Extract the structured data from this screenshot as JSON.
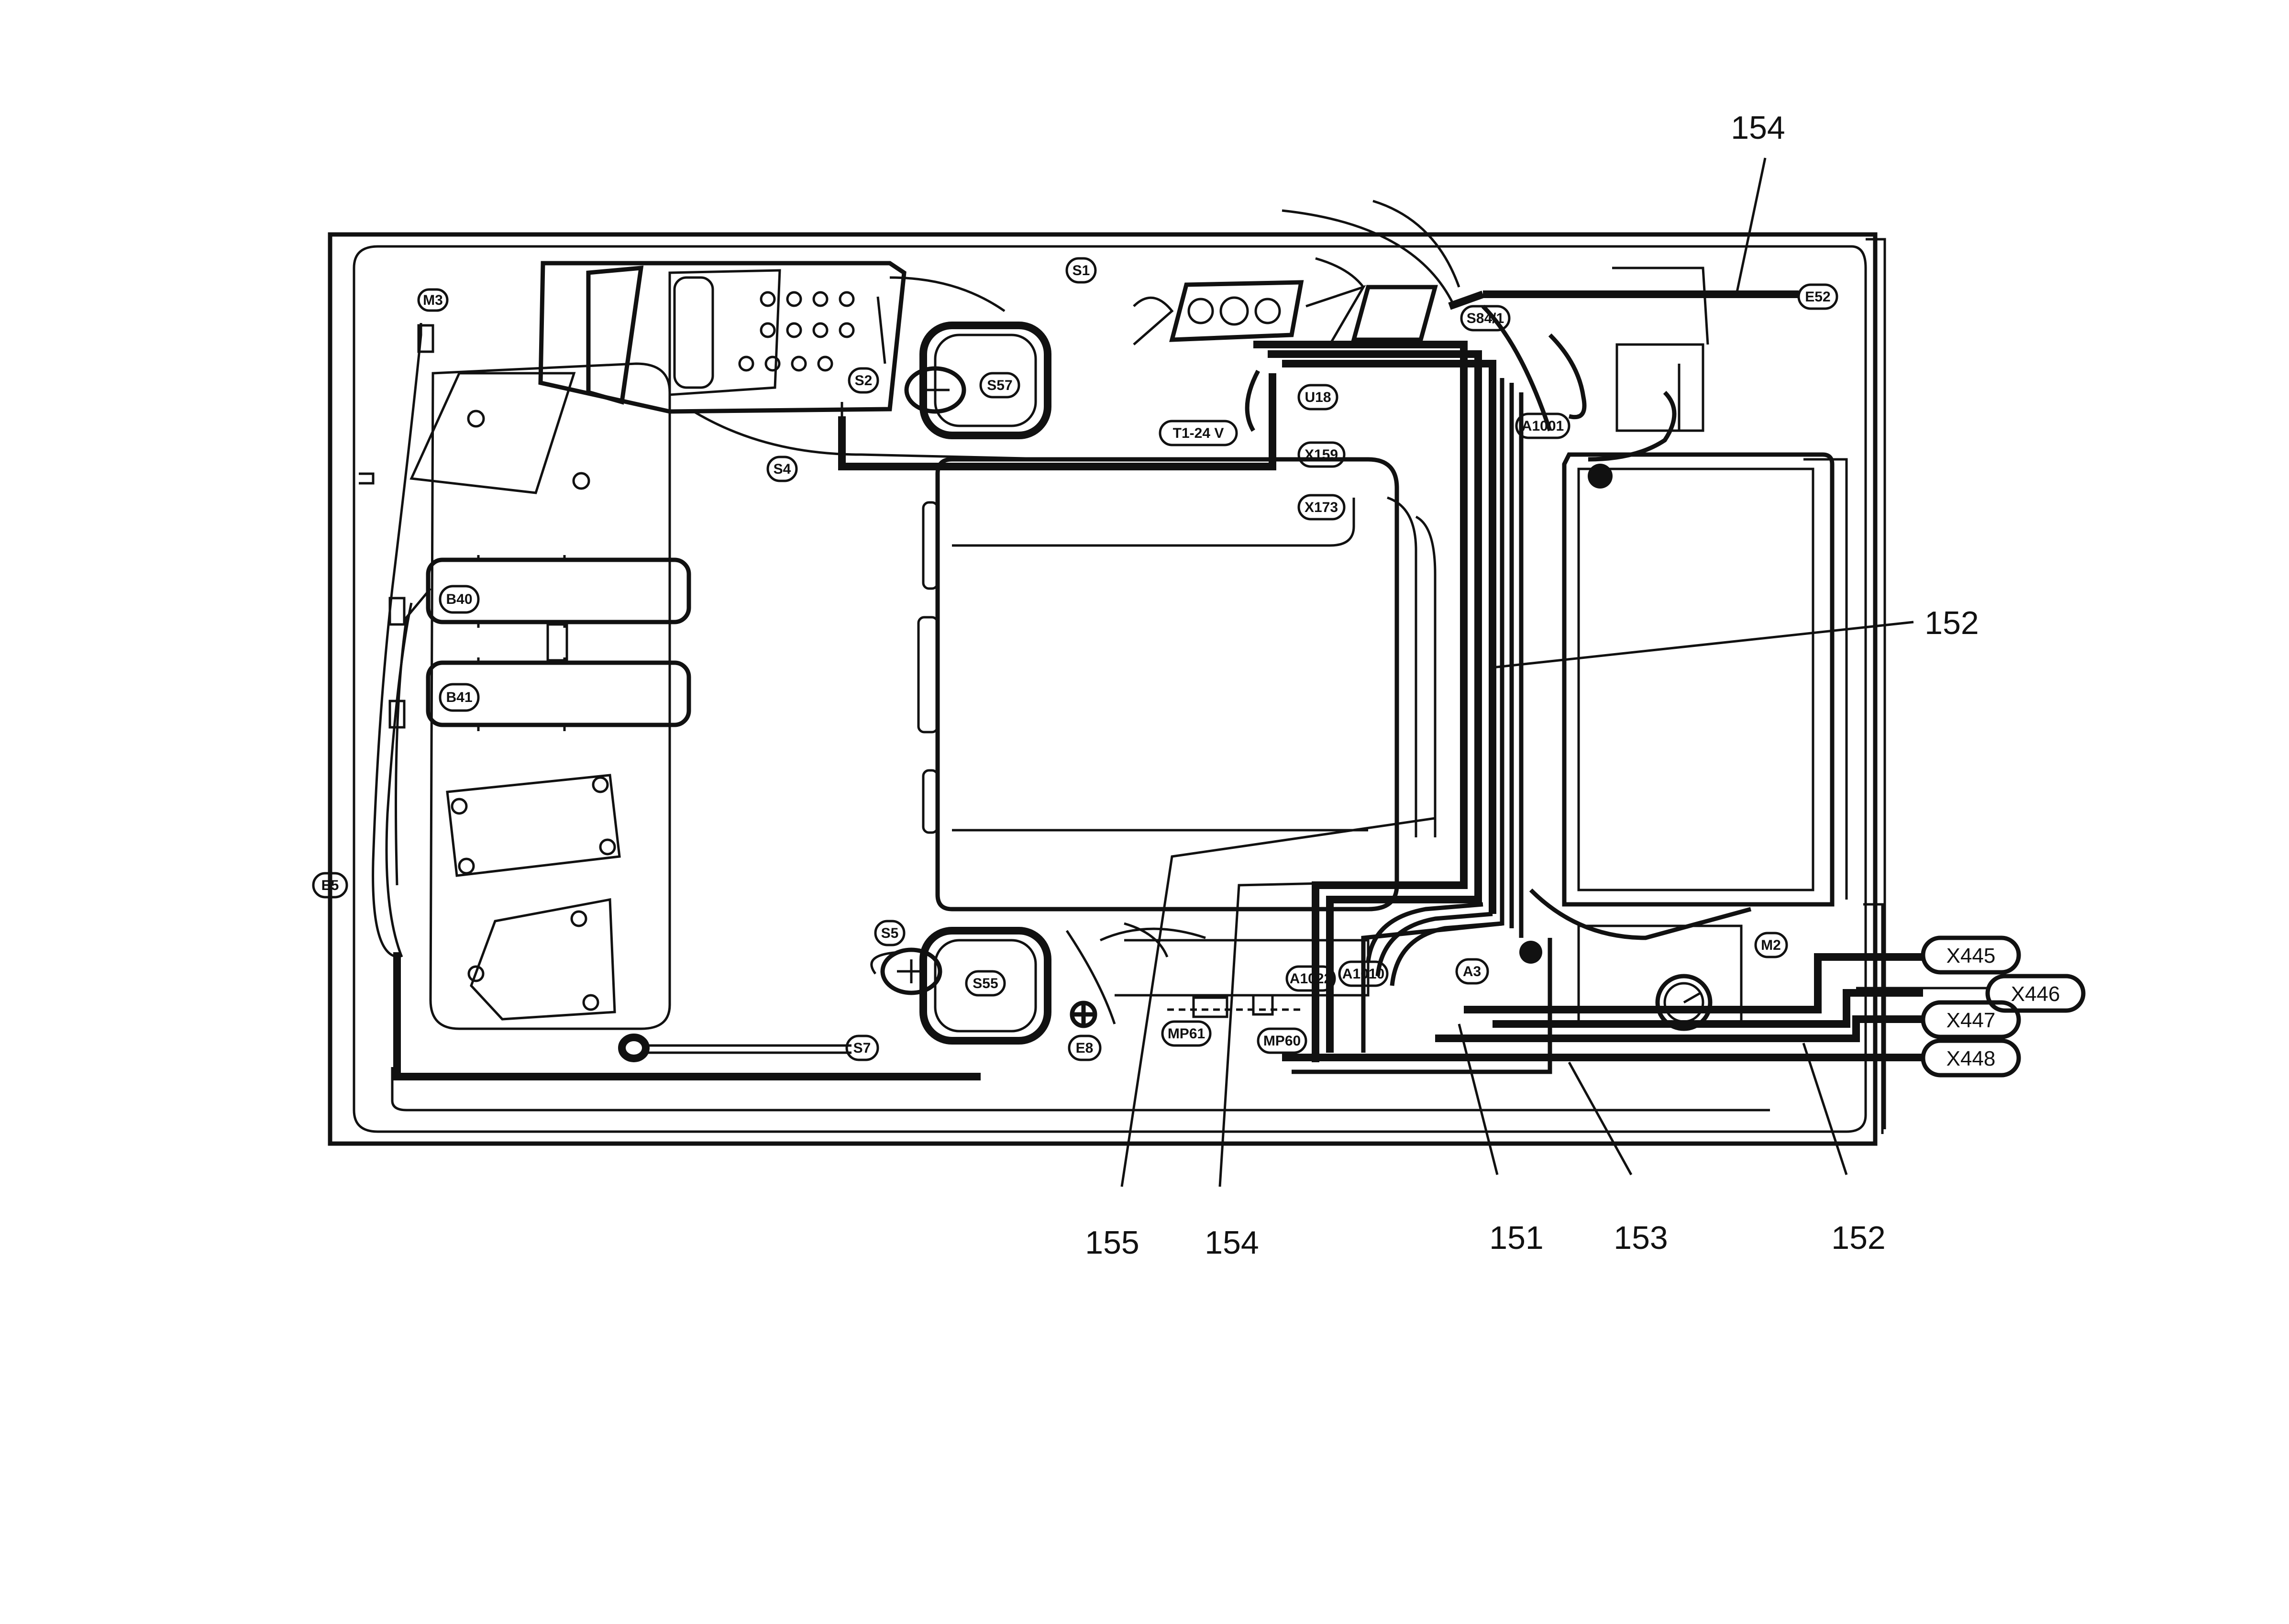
{
  "diagram": {
    "callouts": {
      "c154_top": "154",
      "c152_right": "152",
      "c155": "155",
      "c154_bottom": "154",
      "c151": "151",
      "c153": "153",
      "c152_bottom": "152"
    },
    "connectors": {
      "x445": "X445",
      "x446": "X446",
      "x447": "X447",
      "x448": "X448"
    },
    "component_tags": {
      "m3": "M3",
      "s1": "S1",
      "s2": "S2",
      "s4": "S4",
      "s57": "S57",
      "s84": "S84/1",
      "e52": "E52",
      "u18": "U18",
      "a1001": "A1001",
      "t1": "T1-24 V",
      "x159": "X159",
      "x173": "X173",
      "b40": "B40",
      "b41": "B41",
      "e5": "E5",
      "s5": "S5",
      "s55": "S55",
      "s7": "S7",
      "e8": "E8",
      "mp61": "MP61",
      "mp60": "MP60",
      "a1022": "A1022",
      "a1010": "A1010",
      "a3": "A3",
      "m2": "M2"
    }
  }
}
